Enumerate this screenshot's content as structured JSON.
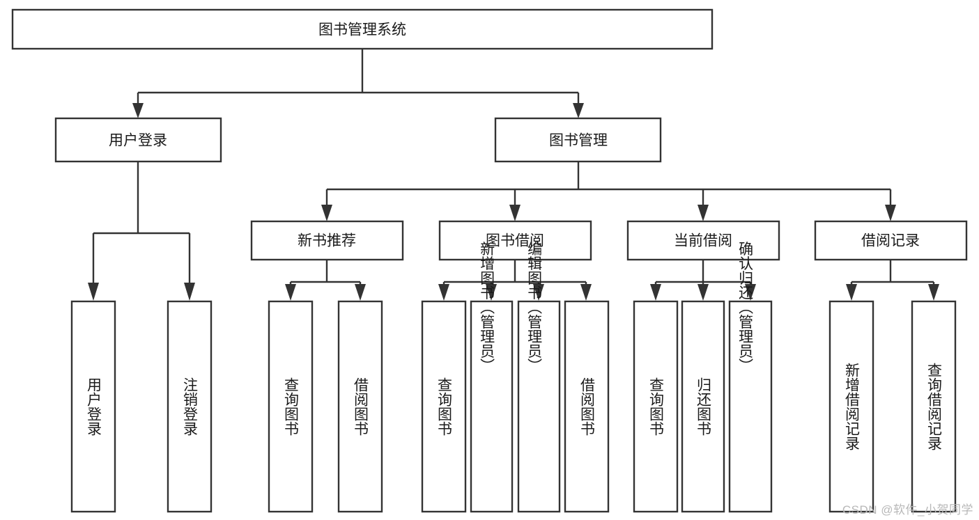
{
  "diagram": {
    "type": "tree",
    "title": "图书管理系统",
    "orientation": "top-down",
    "colors": {
      "box_fill": "#ffffff",
      "box_stroke": "#333333",
      "text": "#1a1a1a",
      "background": "#ffffff",
      "watermark": "#b8b8b8"
    },
    "root": {
      "label": "图书管理系统"
    },
    "level2": [
      {
        "label": "用户登录"
      },
      {
        "label": "图书管理"
      }
    ],
    "level3": [
      {
        "label": "新书推荐"
      },
      {
        "label": "图书借阅"
      },
      {
        "label": "当前借阅"
      },
      {
        "label": "借阅记录"
      }
    ],
    "leaves": {
      "user_login": [
        {
          "label": "用户登录"
        },
        {
          "label": "注销登录"
        }
      ],
      "new_book_recommend": [
        {
          "label": "查询图书"
        },
        {
          "label": "借阅图书"
        }
      ],
      "book_borrow": [
        {
          "label": "查询图书"
        },
        {
          "label": "新增图书（管理员）"
        },
        {
          "label": "编辑图书（管理员）"
        },
        {
          "label": "借阅图书"
        }
      ],
      "current_borrow": [
        {
          "label": "查询图书"
        },
        {
          "label": "归还图书"
        },
        {
          "label": "确认归还（管理员）"
        }
      ],
      "borrow_record": [
        {
          "label": "新增借阅记录"
        },
        {
          "label": "查询借阅记录"
        }
      ]
    }
  },
  "watermark": {
    "text": "CSDN @软件_小贺同学"
  }
}
